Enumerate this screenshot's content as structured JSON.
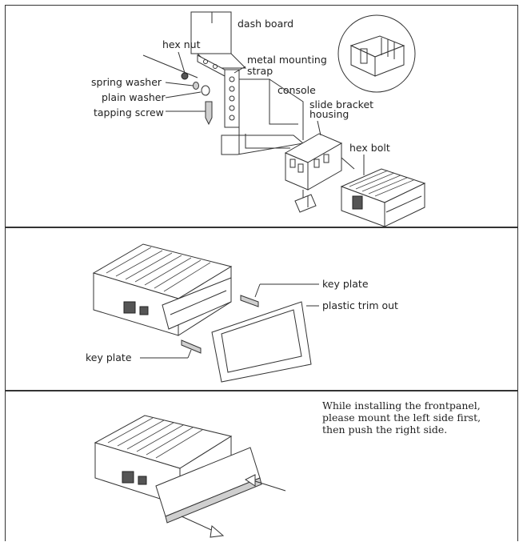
{
  "panel1": {
    "labels": {
      "dash_board": "dash board",
      "hex_nut": "hex nut",
      "metal_mounting": "metal mounting",
      "strap": "strap",
      "spring_washer": "spring washer",
      "plain_washer": "plain washer",
      "tapping_screw": "tapping screw",
      "console": "console",
      "slide_bracket": "slide bracket",
      "housing": "housing",
      "hex_bolt": "hex bolt"
    }
  },
  "panel2": {
    "labels": {
      "key_plate_right": "key plate",
      "plastic_trim_out": "plastic trim out",
      "key_plate_left": "key plate"
    }
  },
  "panel3": {
    "instruction": {
      "line1": "While installing the frontpanel,",
      "line2": "please mount the left side first,",
      "line3": "then push the right side."
    }
  }
}
